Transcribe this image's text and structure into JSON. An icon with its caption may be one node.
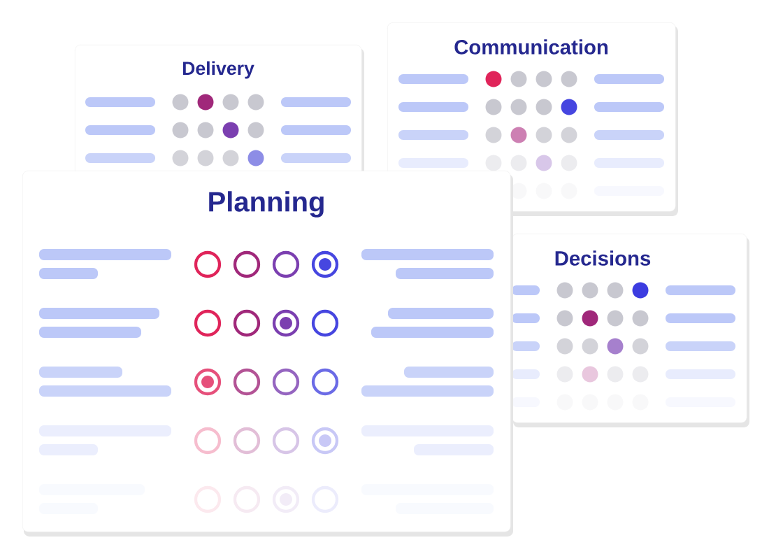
{
  "diagram": {
    "nodes": [
      {
        "text": [
          "Delivery"
        ]
      },
      {
        "text": [
          "Communication"
        ]
      },
      {
        "text": [
          "Planning"
        ]
      },
      {
        "text": [
          "Decisions"
        ]
      }
    ]
  }
}
